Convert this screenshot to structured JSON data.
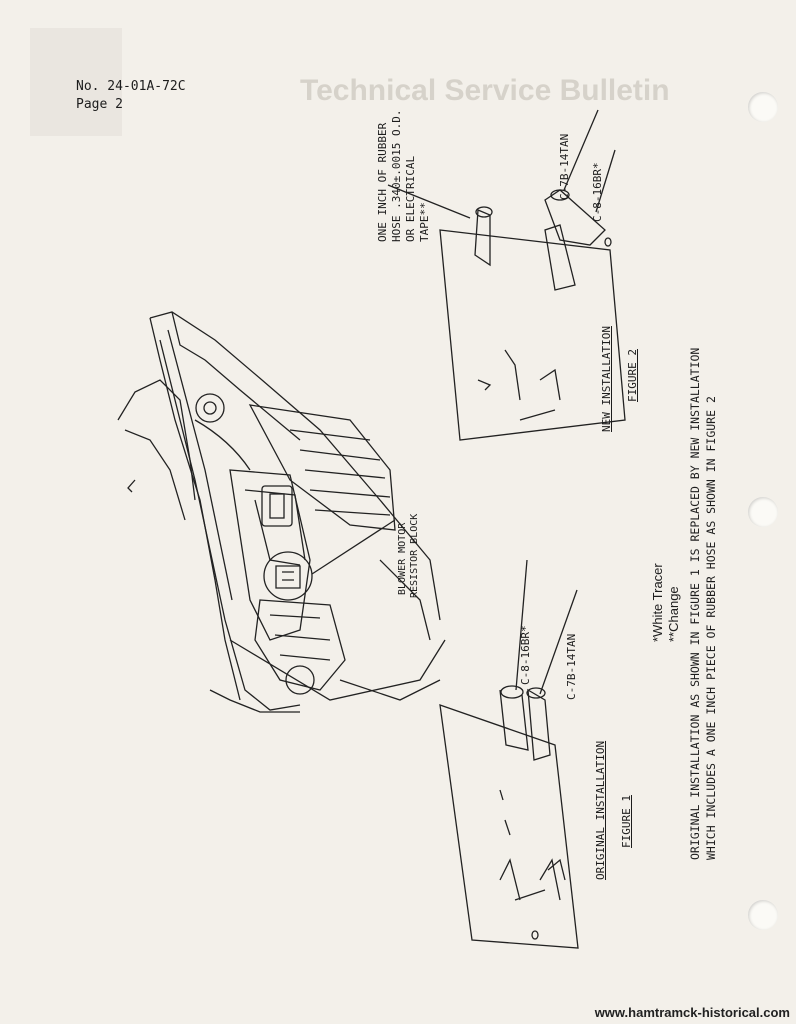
{
  "header": {
    "doc_number": "No. 24-01A-72C",
    "page": "Page 2"
  },
  "bleed": {
    "title": "Technical Service Bulletin"
  },
  "figures": {
    "figure1": {
      "caption_line1": "ORIGINAL INSTALLATION",
      "caption_line2": "FIGURE 1",
      "label_top": "C-8-16BR*",
      "label_bottom": "C-7B-14TAN"
    },
    "figure2": {
      "caption_line1": "NEW INSTALLATION",
      "caption_line2": "FIGURE 2",
      "label_top": "C-7B-14TAN",
      "label_bottom": "C-8-16BR*",
      "hose_line1": "ONE INCH OF RUBBER",
      "hose_line2": "HOSE .340±.0015 O.D.",
      "hose_line3": "OR ELECTRICAL",
      "hose_line4": "TAPE**"
    },
    "blower_label_line1": "BLOWER MOTOR",
    "blower_label_line2": "RESISTOR BLOCK",
    "legend_line1": "*White Tracer",
    "legend_line2": "**Change",
    "note_line1": "ORIGINAL INSTALLATION AS SHOWN IN FIGURE 1 IS REPLACED BY NEW INSTALLATION",
    "note_line2": "WHICH INCLUDES A ONE INCH PIECE OF RUBBER HOSE AS SHOWN IN FIGURE 2"
  },
  "watermark": "www.hamtramck-historical.com"
}
